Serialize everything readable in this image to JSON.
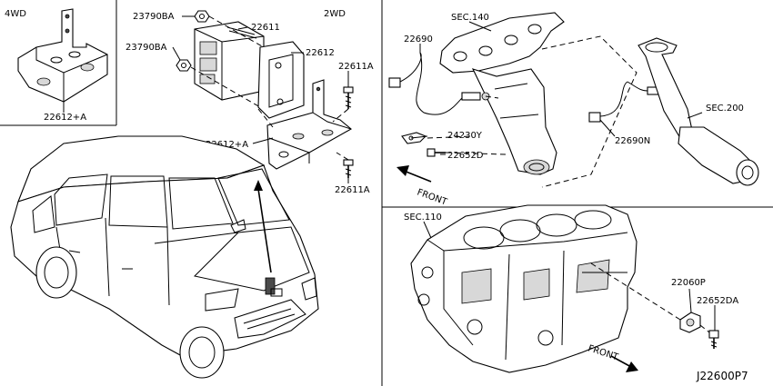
{
  "panels": {
    "four_wd": "4WD",
    "two_wd": "2WD"
  },
  "labels": {
    "p23790ba_top": "23790BA",
    "p23790ba_mid": "23790BA",
    "p22611": "22611",
    "p22612": "22612",
    "p22611a_top": "22611A",
    "p22612a_2wd": "22612+A",
    "p22611a_bot": "22611A",
    "p22612a_4wd": "22612+A",
    "sec140": "SEC.140",
    "p22690": "22690",
    "p24230y": "24230Y",
    "p22652d": "22652D",
    "front_top": "FRONT",
    "p22690n": "22690N",
    "sec200": "SEC.200",
    "sec110": "SEC.110",
    "p22060p": "22060P",
    "p22652da": "22652DA",
    "front_bot": "FRONT",
    "diagram_code": "J22600P7"
  }
}
